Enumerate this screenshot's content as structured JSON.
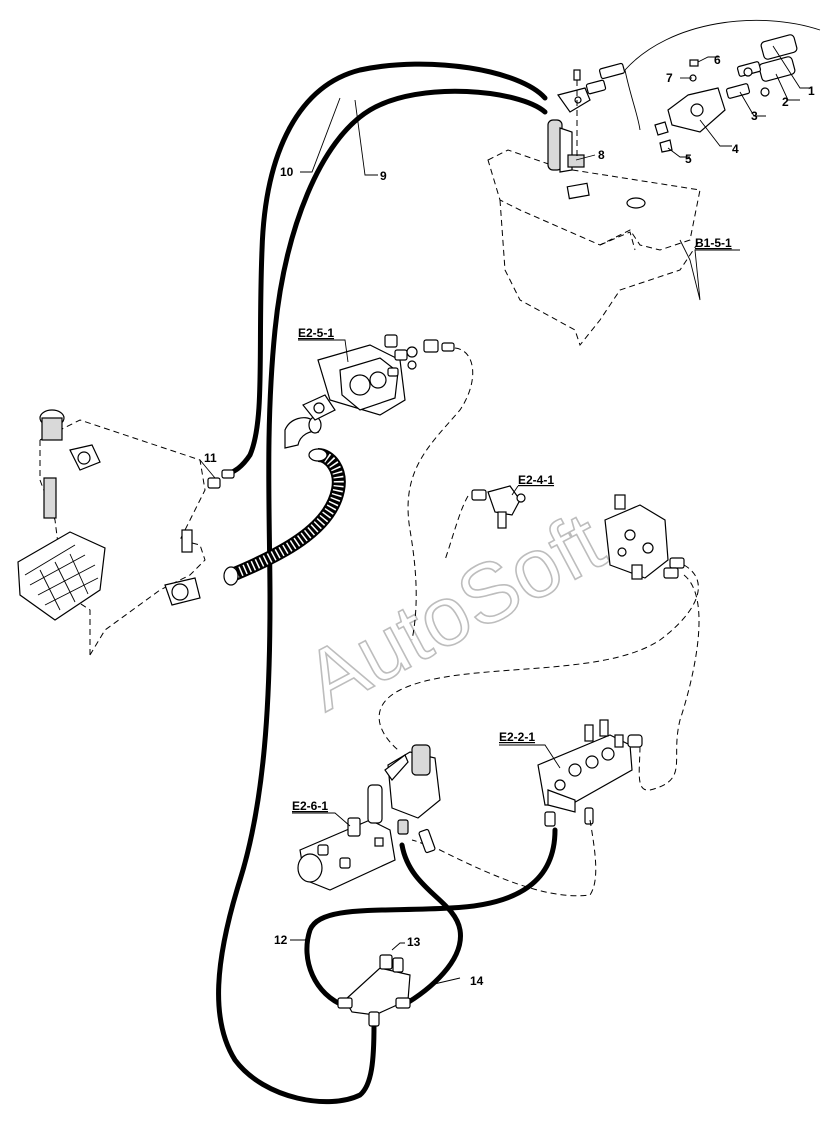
{
  "watermark": "AutoSoft",
  "callouts": {
    "c1": "1",
    "c2": "2",
    "c3": "3",
    "c4": "4",
    "c5": "5",
    "c6": "6",
    "c7": "7",
    "c8": "8",
    "c9": "9",
    "c10": "10",
    "c11": "11",
    "c12": "12",
    "c13": "13",
    "c14": "14"
  },
  "refs": {
    "b151": "B1-5-1",
    "e251": "E2-5-1",
    "e241": "E2-4-1",
    "e221": "E2-2-1",
    "e261": "E2-6-1"
  }
}
